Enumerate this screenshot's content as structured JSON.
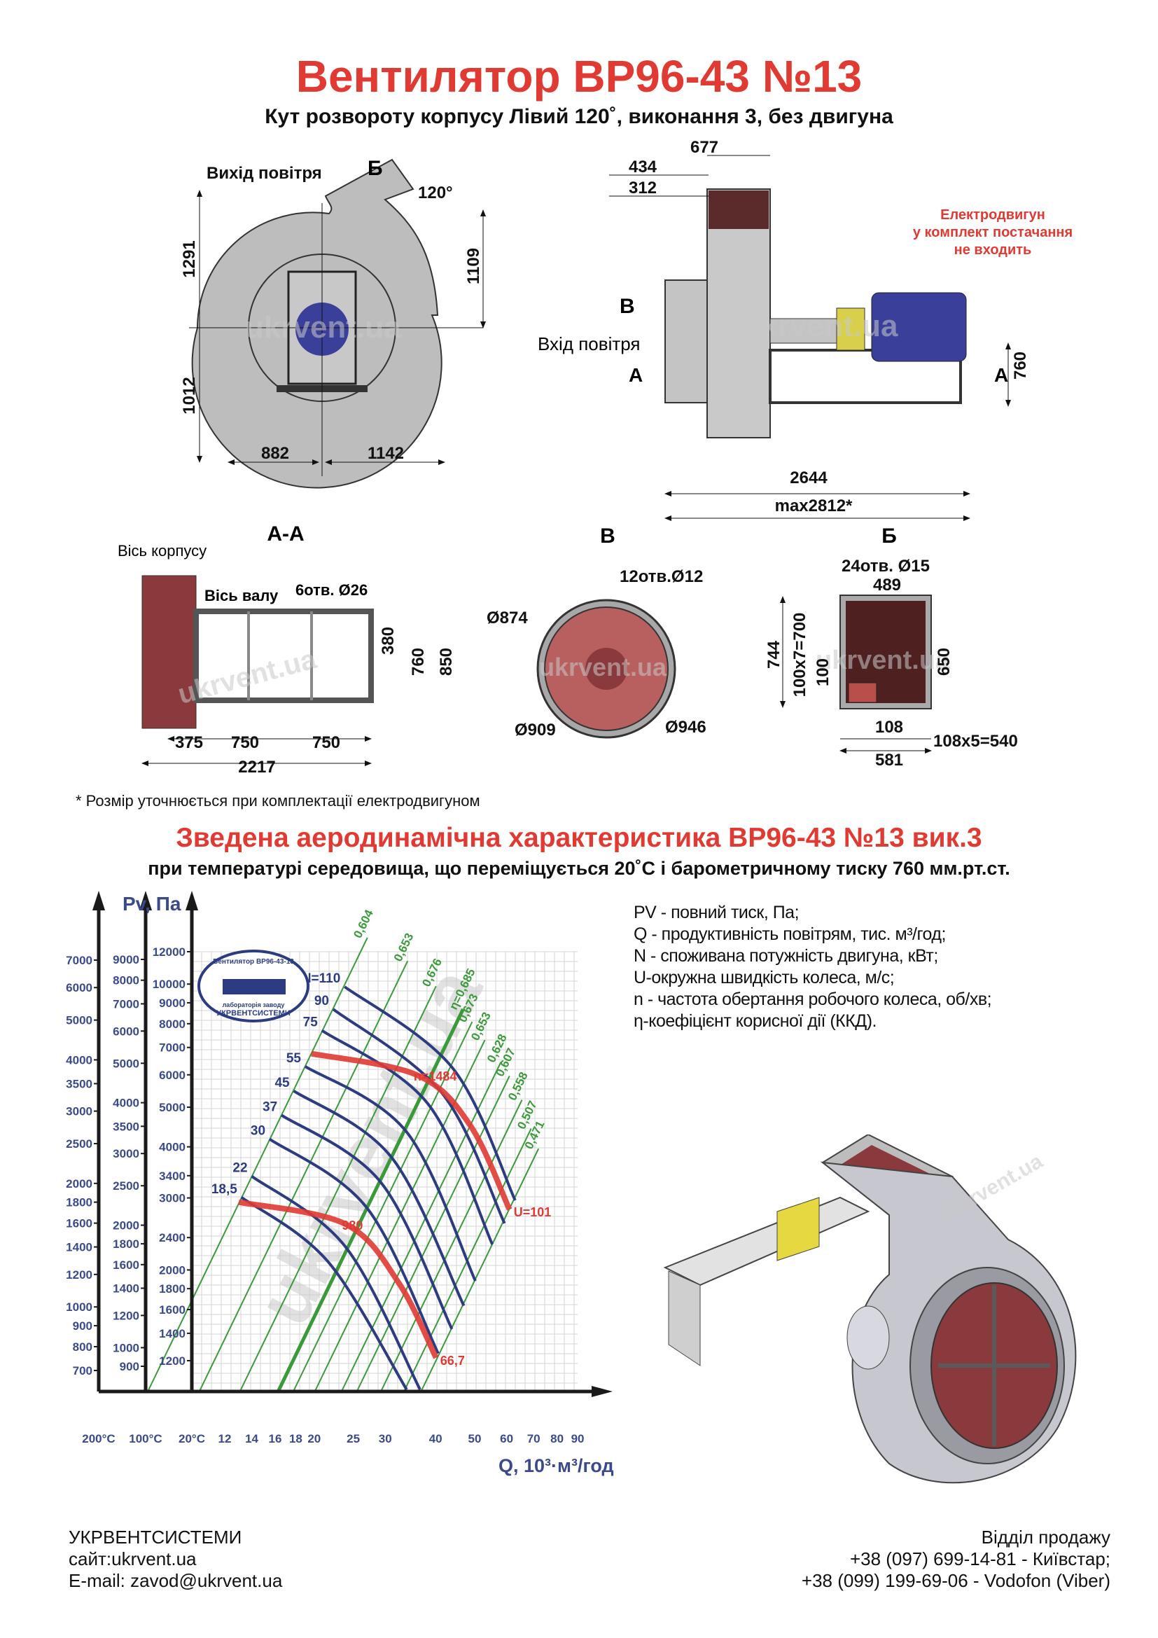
{
  "header": {
    "title": "Вентилятор  ВР96-43 №13",
    "subtitle": "Кут розвороту корпусу Лівий 120˚, виконання 3, без двигуна"
  },
  "front_view": {
    "outlet_label": "Вихід повітря",
    "section_mark": "Б",
    "angle": "120°",
    "dims": {
      "h_top": "1291",
      "h_bottom": "1012",
      "h_right": "1109",
      "w_left": "882",
      "w_right": "1142"
    },
    "watermark": "ukrvent.ua"
  },
  "side_view": {
    "dims": {
      "d677": "677",
      "d434": "434",
      "d312": "312",
      "d760": "760",
      "d2644": "2644",
      "dmax": "max2812*"
    },
    "motor_note": [
      "Електродвигун",
      "у комплект постачання",
      "не входить"
    ],
    "inlet_label": "Вхід повітря",
    "mark_b": "В",
    "mark_a_left": "А",
    "mark_a_right": "А",
    "watermark": "ukrvent.ua",
    "colors": {
      "motor": "#3a3f9a",
      "coupling": "#d8d04a",
      "note": "#e03a33"
    }
  },
  "section_aa": {
    "title": "А-А",
    "housing_axis": "Вісь корпусу",
    "shaft_axis": "Вісь валу",
    "holes": "6отв. Ø26",
    "dims": {
      "d380": "380",
      "d760": "760",
      "d850": "850",
      "d375": "375",
      "d750a": "750",
      "d750b": "750",
      "d2217": "2217"
    },
    "watermark": "ukrvent.ua"
  },
  "section_b": {
    "title": "В",
    "holes": "12отв.Ø12",
    "d874": "Ø874",
    "d909": "Ø909",
    "d946": "Ø946",
    "watermark": "ukrvent.ua"
  },
  "section_bb": {
    "title": "Б",
    "holes": "24отв. Ø15",
    "dims": {
      "d489": "489",
      "d744": "744",
      "d700": "100x7=700",
      "d100": "100",
      "d650": "650",
      "d108": "108",
      "d540": "108x5=540",
      "d581": "581"
    },
    "watermark": "ukrvent.ua"
  },
  "footnote": "* Розмір уточнюється при комплектації електродвигуном",
  "chart_heading": {
    "title": "Зведена аеродинамічна характеристика ВР96-43 №13 вик.3",
    "subtitle": "при температурі середовища, що переміщується 20˚С і барометричному тиску 760 мм.рт.ст."
  },
  "legend": [
    "PV - повний тиск, Па;",
    "Q - продуктивність повітрям, тис. м³/год;",
    "N - споживана потужність двигуна, кВт;",
    "U-окружна швидкість колеса, м/с;",
    "n - частота обертання робочого колеса, об/хв;",
    "η-коефіцієнт корисної дії (ККД)."
  ],
  "chart_data": {
    "type": "line",
    "title": "",
    "ylabel": "Pv, Па",
    "xlabel": "Q, 10³·м³/год",
    "xscale": "log",
    "yscale": "log",
    "xlim": [
      12,
      90
    ],
    "ylim_20C": [
      1200,
      12000
    ],
    "grid": true,
    "x_ticks": [
      "12",
      "14",
      "16",
      "18",
      "20",
      "25",
      "30",
      "40",
      "50",
      "60",
      "70",
      "80",
      "90"
    ],
    "x_tick_values": [
      12,
      14,
      16,
      18,
      20,
      25,
      30,
      40,
      50,
      60,
      70,
      80,
      90
    ],
    "y_axes": [
      {
        "label": "200°C",
        "ticks": [
          7000,
          6000,
          5000,
          4000,
          3500,
          3000,
          2500,
          2000,
          1800,
          1600,
          1400,
          1200,
          1000,
          900,
          800,
          700
        ]
      },
      {
        "label": "100°C",
        "ticks": [
          9000,
          8000,
          7000,
          6000,
          5000,
          4000,
          3500,
          3000,
          2500,
          2000,
          1800,
          1600,
          1400,
          1200,
          1000,
          900
        ]
      },
      {
        "label": "20°C",
        "ticks": [
          12000,
          10000,
          9000,
          8000,
          7000,
          6000,
          5000,
          4000,
          3400,
          3000,
          2400,
          2000,
          1800,
          1600,
          1400,
          1200
        ]
      }
    ],
    "power_curves": [
      {
        "label": "N=110",
        "points": [
          [
            23.8,
            9850
          ],
          [
            44.1,
            6230
          ],
          [
            63,
            2960
          ]
        ]
      },
      {
        "label": "90",
        "points": [
          [
            22.3,
            8680
          ],
          [
            41.5,
            5410
          ],
          [
            59.3,
            2600
          ]
        ]
      },
      {
        "label": "75",
        "points": [
          [
            20.9,
            7700
          ],
          [
            38.2,
            5110
          ],
          [
            55.3,
            2310
          ]
        ]
      },
      {
        "label": "55",
        "points": [
          [
            19.0,
            6290
          ],
          [
            33.9,
            4350
          ],
          [
            50.2,
            1880
          ]
        ]
      },
      {
        "label": "45",
        "points": [
          [
            17.8,
            5480
          ],
          [
            31.1,
            3770
          ],
          [
            47.0,
            1635
          ]
        ]
      },
      {
        "label": "37",
        "points": [
          [
            16.6,
            4780
          ],
          [
            29.3,
            3270
          ],
          [
            43.9,
            1434
          ]
        ]
      },
      {
        "label": "30",
        "points": [
          [
            15.5,
            4180
          ],
          [
            27.0,
            2840
          ],
          [
            40.6,
            1250
          ]
        ]
      },
      {
        "label": "22",
        "points": [
          [
            14.0,
            3390
          ],
          [
            23.9,
            2280
          ],
          [
            36.6,
            1020
          ]
        ]
      },
      {
        "label": "18,5",
        "points": [
          [
            13.2,
            3010
          ],
          [
            21.6,
            2100
          ],
          [
            33.9,
            1020
          ]
        ]
      }
    ],
    "speed_curves": [
      {
        "label": "n=1484",
        "end_label": "U=101",
        "points": [
          [
            19.7,
            6760
          ],
          [
            36.0,
            5990
          ],
          [
            48.7,
            4520
          ],
          [
            61.0,
            2810
          ]
        ]
      },
      {
        "label": "980",
        "end_label": "66,7",
        "points": [
          [
            13.0,
            2930
          ],
          [
            23.9,
            2590
          ],
          [
            32.4,
            1860
          ],
          [
            40.1,
            1220
          ]
        ]
      }
    ],
    "efficiency_lines": [
      {
        "label": "0,604",
        "top": [
          27.1,
          12990
        ]
      },
      {
        "label": "0,653",
        "top": [
          34.1,
          11390
        ]
      },
      {
        "label": "0,676",
        "top": [
          40.1,
          9880
        ]
      },
      {
        "label": "η=0,685",
        "top": [
          46.8,
          8680
        ],
        "optimal": true
      },
      {
        "label": "0,673",
        "top": [
          49.3,
          8090
        ]
      },
      {
        "label": "0,653",
        "top": [
          53.0,
          7300
        ]
      },
      {
        "label": "0,628",
        "top": [
          58.1,
          6450
        ]
      },
      {
        "label": "0,607",
        "top": [
          61.0,
          5960
        ]
      },
      {
        "label": "0,558",
        "top": [
          65.5,
          5210
        ]
      },
      {
        "label": "0,507",
        "top": [
          69.0,
          4430
        ]
      },
      {
        "label": "0,471",
        "top": [
          72.0,
          3960
        ]
      }
    ],
    "colors": {
      "axis": "#1a1a1a",
      "ticks": "#3b4a8a",
      "power": "#2d3c80",
      "speed": "#e03a33",
      "efficiency": "#3a9a3a",
      "grid": "#d6d6d6"
    },
    "stamp": [
      "Вентилятор ВР96-43-13",
      "лабораторія заводу",
      "УКРВЕНТСИСТЕМИ"
    ],
    "watermark": "ukrvent.ua"
  },
  "iso_view": {
    "watermark": "ukrvent.ua"
  },
  "footer": {
    "company": "УКРВЕНТСИСТЕМИ",
    "site": "сайт:ukrvent.ua",
    "email": "E-mail: zavod@ukrvent.ua",
    "sales": "Відділ продажу",
    "phone1": "+38 (097) 699-14-81 - Київстар;",
    "phone2": "+38 (099) 199-69-06 - Vodofon (Viber)"
  }
}
